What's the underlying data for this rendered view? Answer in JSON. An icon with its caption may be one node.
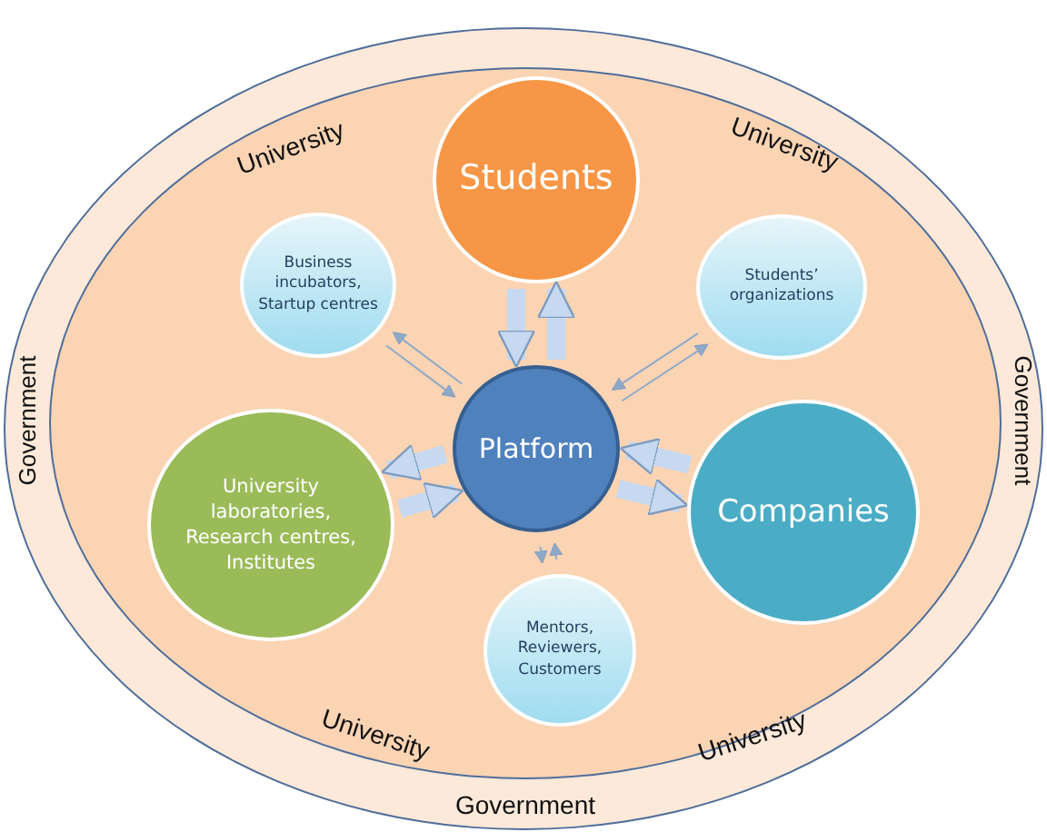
{
  "diagram": {
    "nodes": [
      {
        "text": [
          "Government",
          "Government",
          "Government"
        ]
      },
      {
        "text": [
          "University",
          "University",
          "University",
          "University"
        ],
        "in": 0
      },
      {
        "text": [
          "Students"
        ],
        "in": 1
      },
      {
        "text": [
          "Business incubators, Startup centres"
        ],
        "in": 1
      },
      {
        "text": [
          "Students’ organizations"
        ],
        "in": 1
      },
      {
        "text": [
          "Platform"
        ],
        "in": 1
      },
      {
        "text": [
          "University laboratories, Research centres, Institutes"
        ],
        "in": 1
      },
      {
        "text": [
          "Companies"
        ],
        "in": 1
      },
      {
        "text": [
          "Mentors, Reviewers, Customers"
        ],
        "in": 1
      }
    ],
    "edges": [
      {
        "from": 5,
        "to": 2,
        "arrow": "to",
        "style": "thick"
      },
      {
        "from": 2,
        "to": 5,
        "arrow": "to",
        "style": "thick"
      },
      {
        "from": 5,
        "to": 3,
        "arrow": "to"
      },
      {
        "from": 3,
        "to": 5,
        "arrow": "to"
      },
      {
        "from": 5,
        "to": 4,
        "arrow": "to"
      },
      {
        "from": 4,
        "to": 5,
        "arrow": "to"
      },
      {
        "from": 6,
        "to": 5,
        "arrow": "to",
        "style": "thick"
      },
      {
        "from": 5,
        "to": 6,
        "arrow": "to",
        "style": "thick"
      },
      {
        "from": 7,
        "to": 5,
        "arrow": "to",
        "style": "thick"
      },
      {
        "from": 5,
        "to": 7,
        "arrow": "to",
        "style": "thick"
      },
      {
        "from": 5,
        "to": 8,
        "arrow": "to"
      },
      {
        "from": 8,
        "to": 5,
        "arrow": "to"
      }
    ]
  }
}
